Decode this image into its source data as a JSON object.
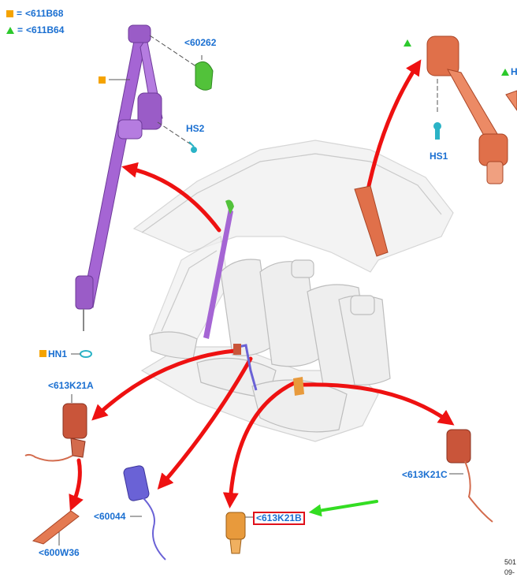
{
  "legend": [
    {
      "icon": "orange-square-icon",
      "text": "<611B68",
      "color": "#f5a300"
    },
    {
      "icon": "green-triangle-icon",
      "text": "<611B64",
      "color": "#2cc92c"
    }
  ],
  "legend_separator": "=",
  "callouts": {
    "c60262": "<60262",
    "hs2": "HS2",
    "hs1": "HS1",
    "hn1": "HN1",
    "c613k21a": "<613K21A",
    "c600w36": "<600W36",
    "c60044": "<60044",
    "c613k21b": "<613K21B",
    "c613k21c": "<613K21C",
    "h_partial": "H"
  },
  "corner_code": [
    "501",
    "09-"
  ],
  "colors": {
    "label_blue": "#1a6fd1",
    "arrow_red": "#ee1111",
    "arrow_green": "#33dd22",
    "purple_belt": "#9a5cc7",
    "salmon_belt": "#e0704a",
    "orange_buckle": "#e89a3c",
    "blue_buckle": "#6a62d6",
    "green_cover": "#52c23a",
    "highlight_box": "#e0101a"
  }
}
